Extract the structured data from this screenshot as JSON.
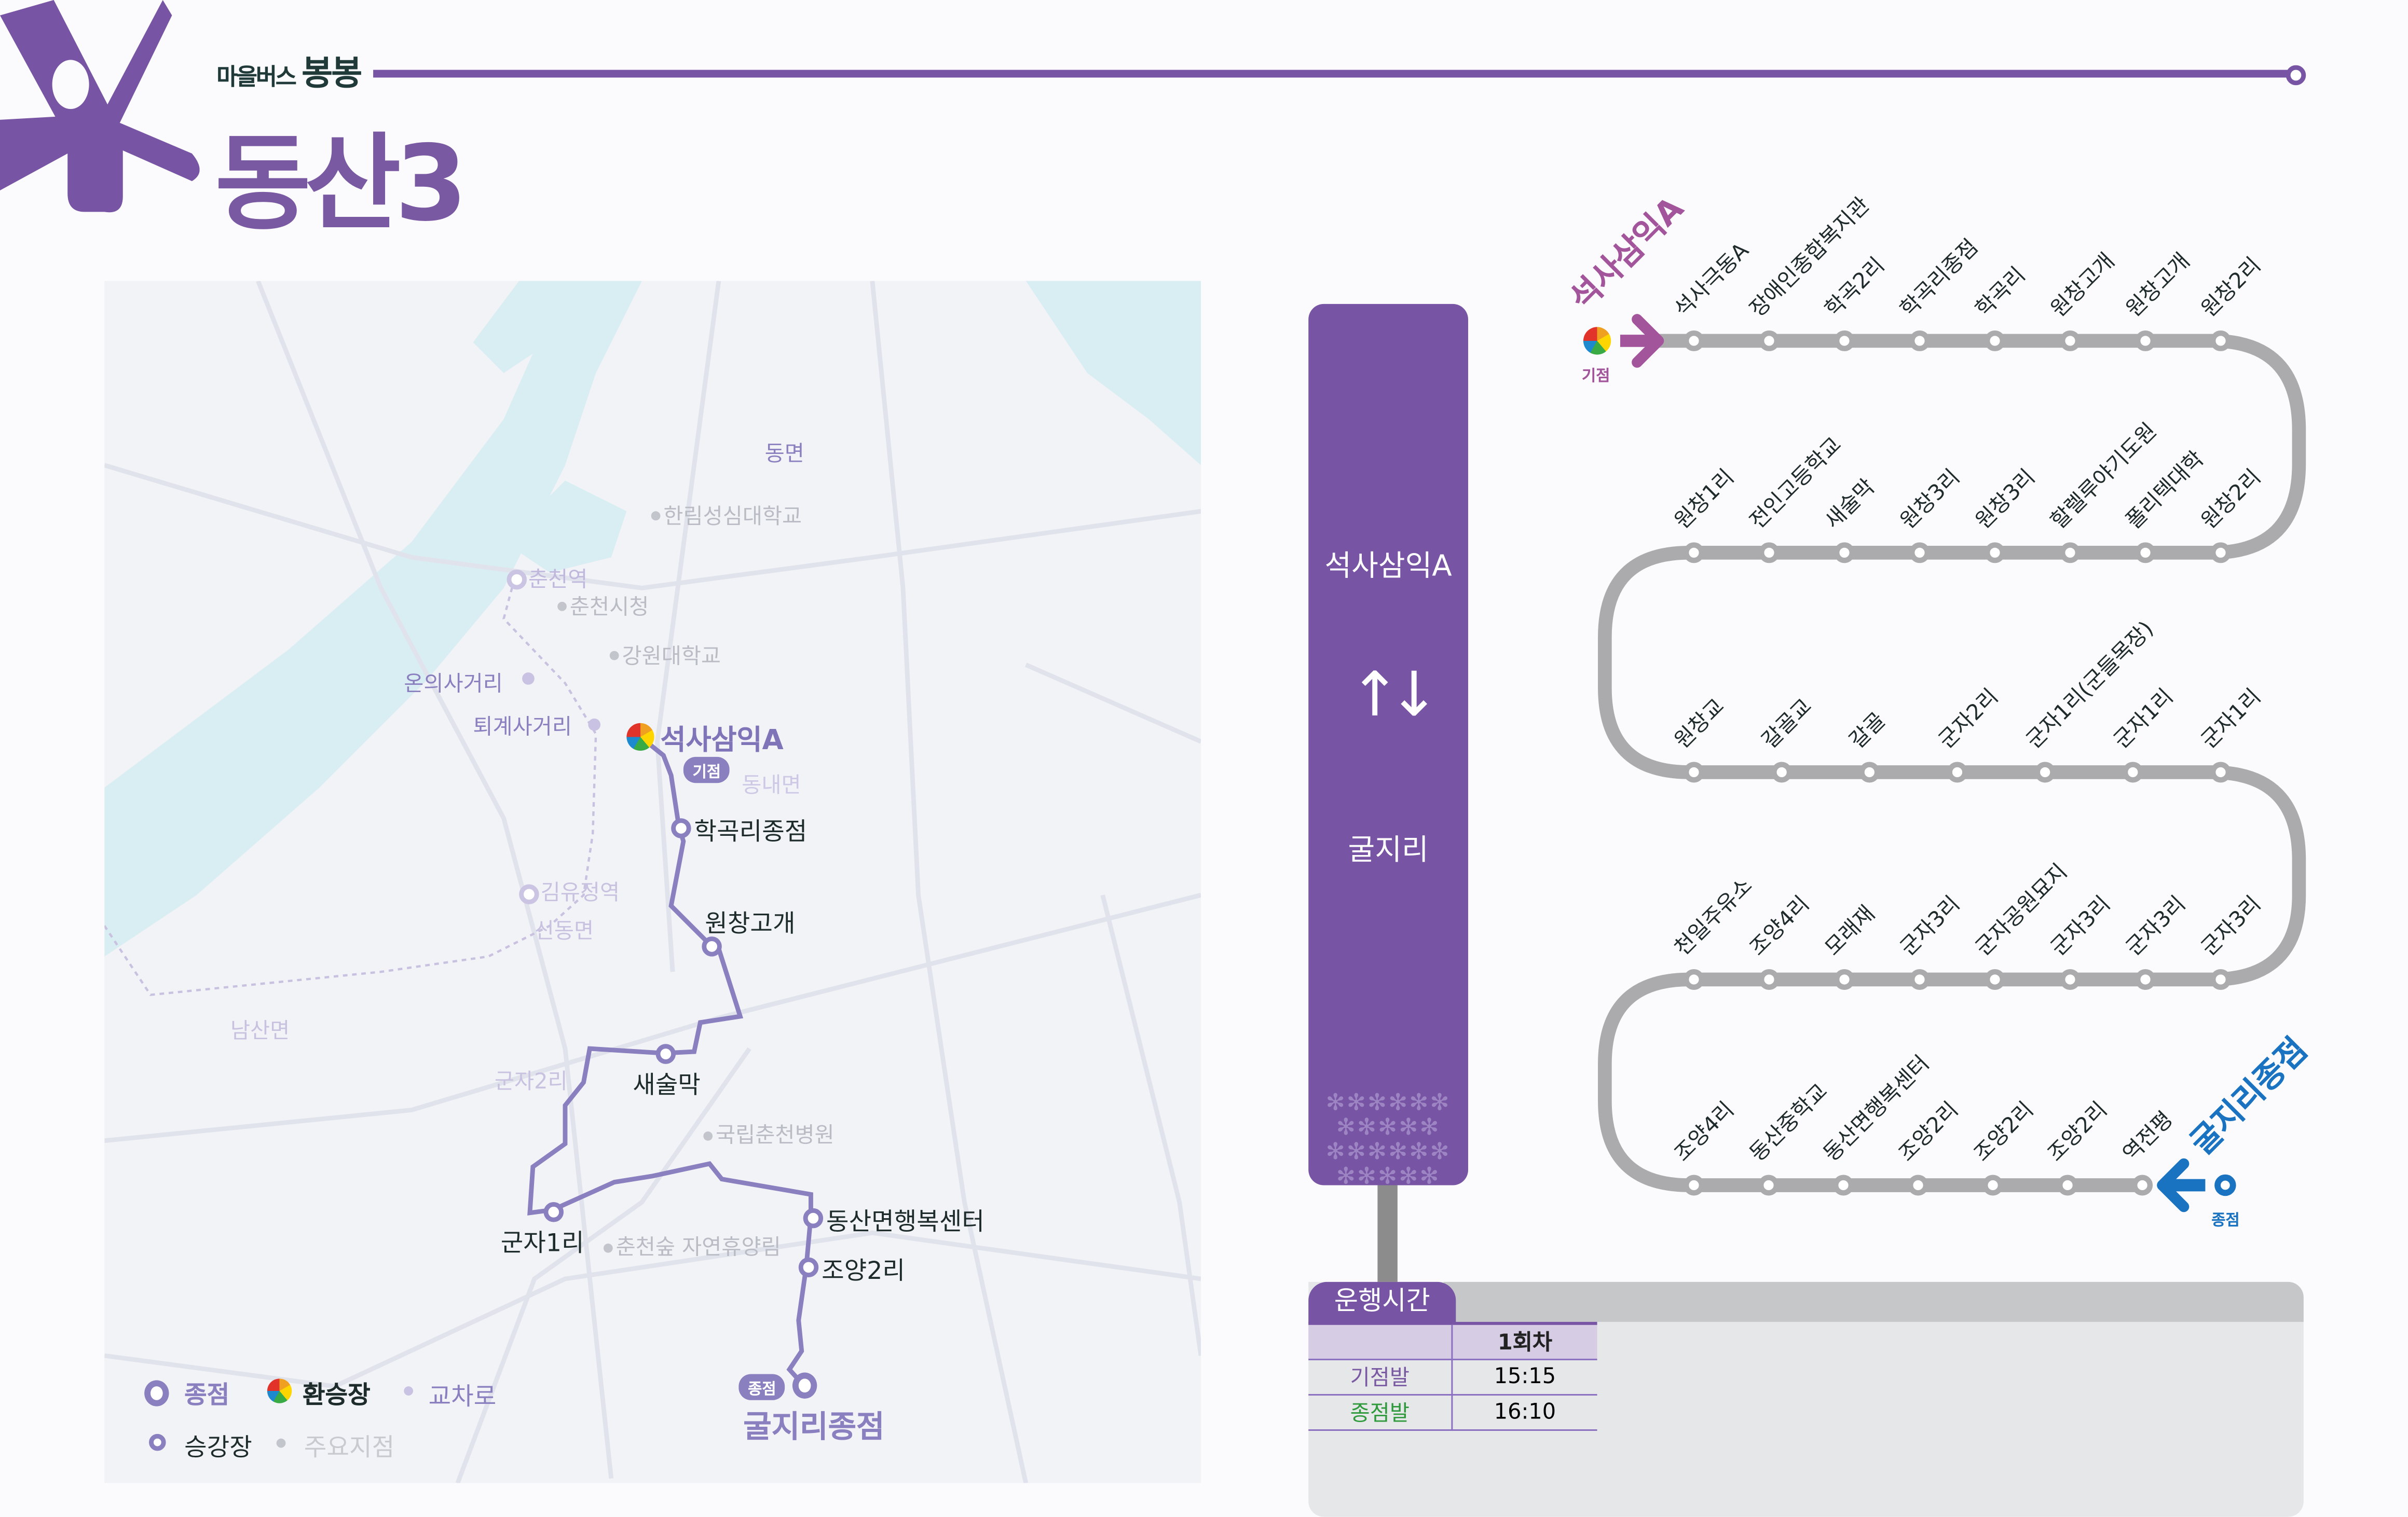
{
  "header": {
    "brand_small": "마을버스",
    "brand_big": "봉봉",
    "route_name": "동산3"
  },
  "map": {
    "labels": [
      "동면",
      "한림성심대학교",
      "춘천역",
      "춘천시청",
      "강원대학교",
      "온의사거리",
      "퇴계사거리",
      "석사삼익A",
      "기점",
      "동내면",
      "학곡리종점",
      "김유정역",
      "신동면",
      "원창고개",
      "남산면",
      "군자2리",
      "새술막",
      "국립춘천병원",
      "군자1리",
      "춘천숲 자연휴양림",
      "동산면행복센터",
      "조양2리",
      "종점",
      "굴지리종점"
    ],
    "legend": {
      "terminal": "종점",
      "transfer": "환승장",
      "intersection": "교차로",
      "stop": "승강장",
      "landmark": "주요지점"
    }
  },
  "panel": {
    "origin": "석사삼익A",
    "arrows": "↑↓",
    "destination": "굴지리"
  },
  "timetable": {
    "title": "운행시간",
    "column": "1회차",
    "rows": [
      {
        "label": "기점발",
        "time": "15:15",
        "color": "#7a59a3"
      },
      {
        "label": "종점발",
        "time": "16:10",
        "color": "#2e9a3c"
      }
    ]
  },
  "diagram": {
    "start_name": "석사삼익A",
    "start_tag": "기점",
    "end_name": "굴지리종점",
    "end_tag": "종점",
    "colors": {
      "start": "#a3559c",
      "end": "#1a73c0",
      "line": "#ababad"
    },
    "rows": [
      [
        "석사극동A",
        "장애인종합복지관",
        "학곡2리",
        "학곡리종점",
        "학곡리",
        "원창고개",
        "원창고개",
        "원창2리"
      ],
      [
        "원창1리",
        "전인고등학교",
        "새술막",
        "원창3리",
        "원창3리",
        "할렐루야기도원",
        "폴리텍대학",
        "원창2리"
      ],
      [
        "원창교",
        "갈골교",
        "갈골",
        "군자2리",
        "군자1리(군들목장)",
        "군자1리",
        "군자1리"
      ],
      [
        "천일주유소",
        "조양4리",
        "모래재",
        "군자3리",
        "군자공원묘지",
        "군자3리",
        "군자3리",
        "군자3리"
      ],
      [
        "조양4리",
        "동산중학교",
        "동산면행복센터",
        "조양2리",
        "조양2리",
        "조양2리",
        "역전평"
      ]
    ]
  }
}
